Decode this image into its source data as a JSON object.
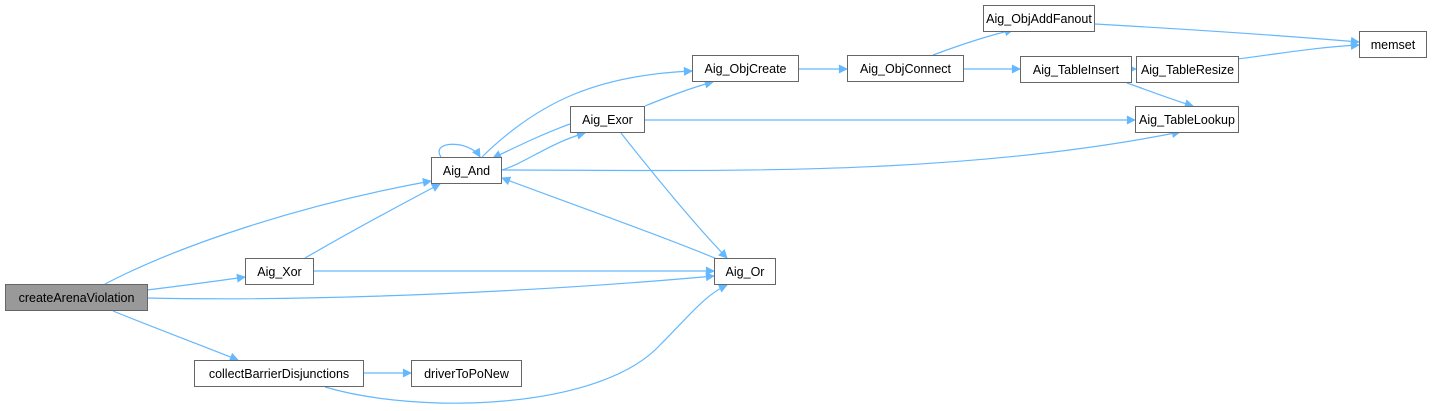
{
  "diagram": {
    "type": "call-graph",
    "edge_color": "#63b8ff",
    "root_fill": "#999999",
    "nodes": {
      "createArenaViolation": "createArenaViolation",
      "Aig_Xor": "Aig_Xor",
      "collectBarrierDisjunctions": "collectBarrierDisjunctions",
      "driverToPoNew": "driverToPoNew",
      "Aig_And": "Aig_And",
      "Aig_Exor": "Aig_Exor",
      "Aig_Or": "Aig_Or",
      "Aig_ObjCreate": "Aig_ObjCreate",
      "Aig_ObjConnect": "Aig_ObjConnect",
      "Aig_ObjAddFanout": "Aig_ObjAddFanout",
      "Aig_TableInsert": "Aig_TableInsert",
      "Aig_TableResize": "Aig_TableResize",
      "Aig_TableLookup": "Aig_TableLookup",
      "memset": "memset"
    },
    "root": "createArenaViolation",
    "edges": [
      [
        "createArenaViolation",
        "Aig_And"
      ],
      [
        "createArenaViolation",
        "Aig_Xor"
      ],
      [
        "createArenaViolation",
        "Aig_Or"
      ],
      [
        "createArenaViolation",
        "collectBarrierDisjunctions"
      ],
      [
        "Aig_Xor",
        "Aig_And"
      ],
      [
        "Aig_Xor",
        "Aig_Or"
      ],
      [
        "collectBarrierDisjunctions",
        "driverToPoNew"
      ],
      [
        "collectBarrierDisjunctions",
        "Aig_Or"
      ],
      [
        "Aig_And",
        "Aig_And"
      ],
      [
        "Aig_And",
        "Aig_ObjCreate"
      ],
      [
        "Aig_And",
        "Aig_Exor"
      ],
      [
        "Aig_And",
        "Aig_TableLookup"
      ],
      [
        "Aig_Exor",
        "Aig_And"
      ],
      [
        "Aig_Exor",
        "Aig_ObjCreate"
      ],
      [
        "Aig_Exor",
        "Aig_TableLookup"
      ],
      [
        "Aig_Exor",
        "Aig_Or"
      ],
      [
        "Aig_Or",
        "Aig_And"
      ],
      [
        "Aig_ObjCreate",
        "Aig_ObjConnect"
      ],
      [
        "Aig_ObjConnect",
        "Aig_ObjAddFanout"
      ],
      [
        "Aig_ObjConnect",
        "Aig_TableInsert"
      ],
      [
        "Aig_ObjAddFanout",
        "memset"
      ],
      [
        "Aig_TableInsert",
        "Aig_TableResize"
      ],
      [
        "Aig_TableInsert",
        "Aig_TableLookup"
      ],
      [
        "Aig_TableResize",
        "memset"
      ]
    ]
  }
}
